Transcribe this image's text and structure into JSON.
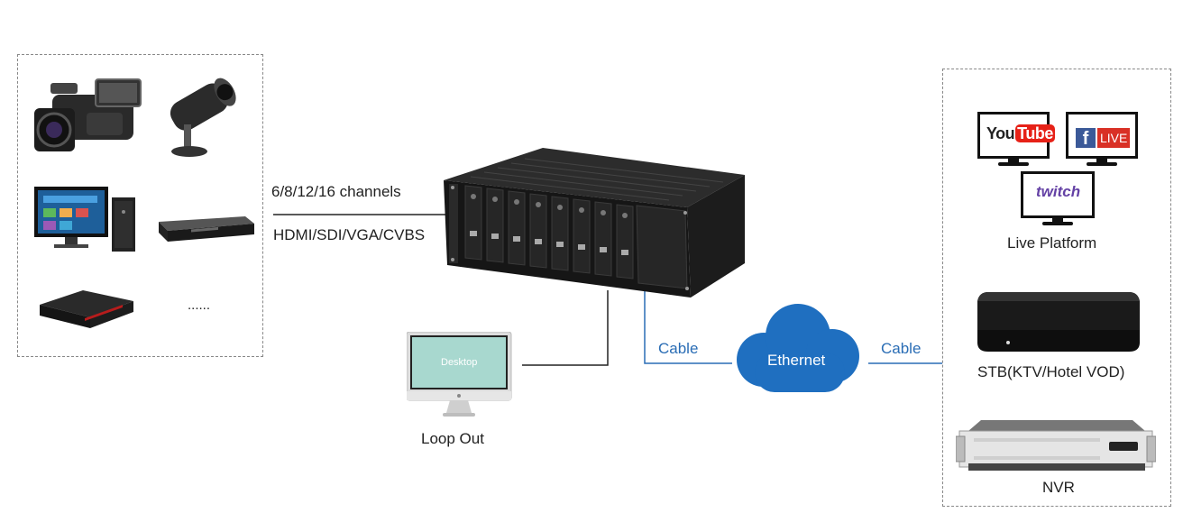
{
  "inputs": {
    "channels": "6/8/12/16 channels",
    "interfaces": "HDMI/SDI/VGA/CVBS",
    "more": "......"
  },
  "loop_out": {
    "screen_text": "Desktop",
    "label": "Loop Out"
  },
  "network": {
    "cable_left": "Cable",
    "cable_right": "Cable",
    "cloud_label": "Ethernet"
  },
  "outputs": {
    "live_platform_label": "Live Platform",
    "youtube_text_you": "You",
    "youtube_text_tube": "Tube",
    "facebook_f": "f",
    "facebook_live": "LIVE",
    "twitch_text": "twitch",
    "stb_label": "STB(KTV/Hotel VOD)",
    "nvr_label": "NVR"
  },
  "colors": {
    "accent_blue": "#2a6db5",
    "cloud_blue": "#1f6fc0",
    "youtube_red": "#e62117",
    "facebook_blue": "#3b5998",
    "live_red": "#d93025",
    "twitch_purple": "#6441a5"
  }
}
